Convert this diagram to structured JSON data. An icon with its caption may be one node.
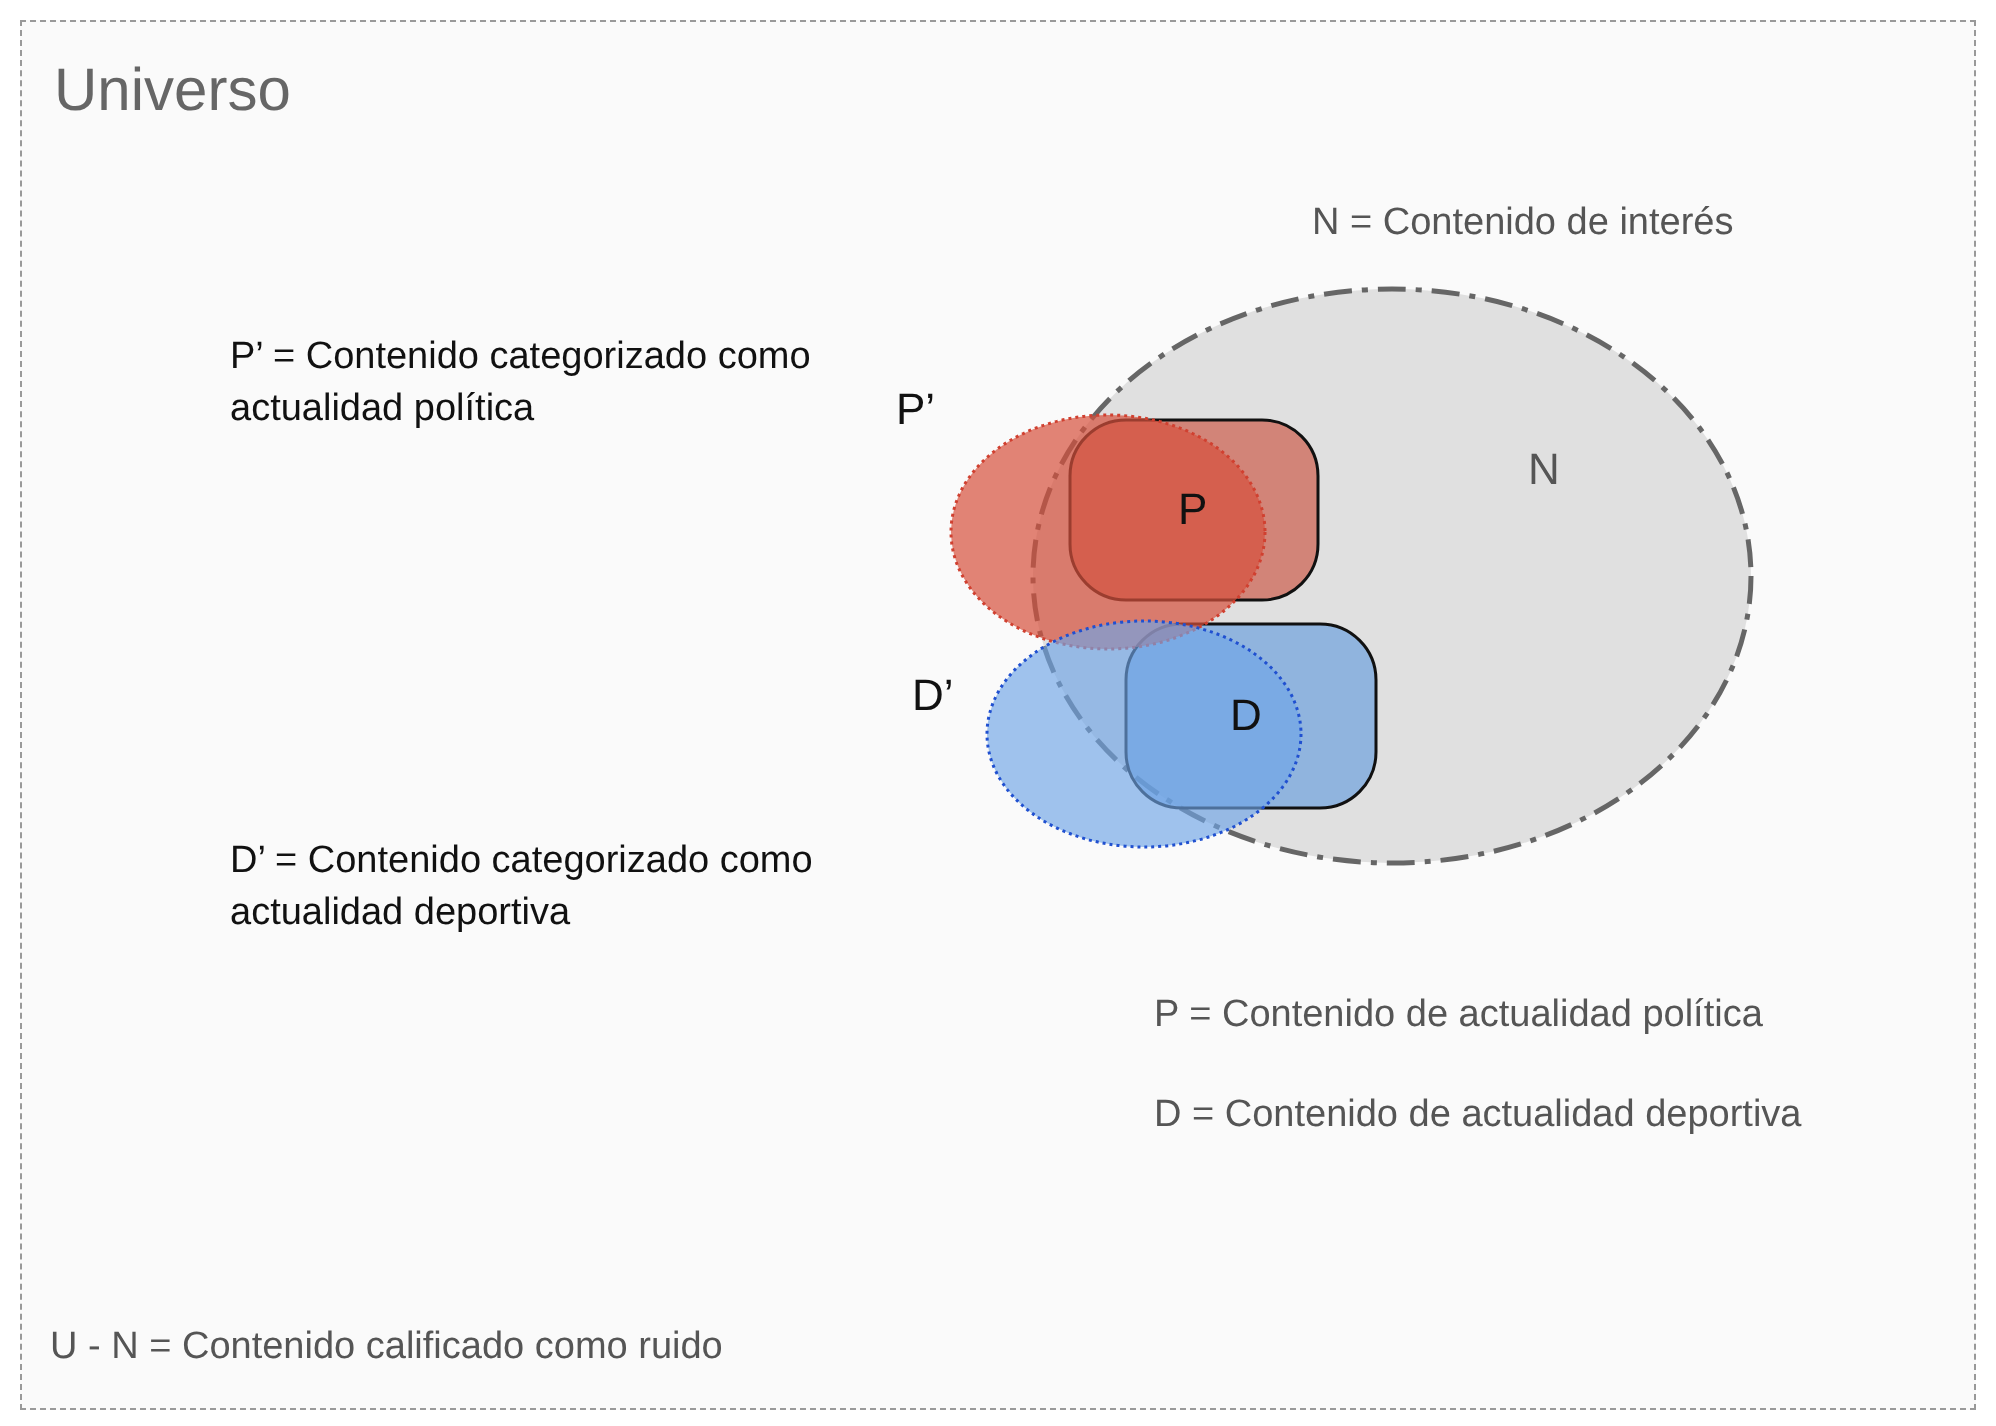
{
  "diagram": {
    "nodes": [
      {
        "text": [
          "Universo"
        ]
      },
      {
        "text": [
          "N"
        ],
        "in": 0
      },
      {
        "text": [
          "P’"
        ],
        "in": 0
      },
      {
        "text": [
          "P"
        ],
        "in": 1
      },
      {
        "text": [
          "D’"
        ],
        "in": 0
      },
      {
        "text": [
          "D"
        ],
        "in": 1
      }
    ],
    "labels": [
      "N = Contenido de interés",
      "P’ = Contenido categorizado como actualidad política",
      "D’ = Contenido categorizado como actualidad deportiva",
      "P = Contenido de actualidad política",
      "D = Contenido de actualidad deportiva",
      "U - N = Contenido calificado como ruido"
    ]
  }
}
